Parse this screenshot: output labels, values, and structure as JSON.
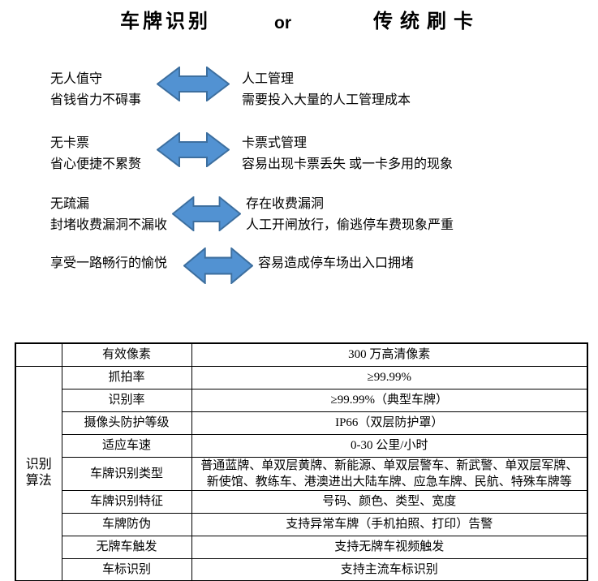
{
  "colors": {
    "page_bg": "#FFFFFF",
    "text": "#000000",
    "table_border": "#000000",
    "arrow_fill": "#5292D2",
    "arrow_stroke": "#3D6F9F"
  },
  "title": {
    "left": "车牌识别",
    "middle": "or",
    "right": "传统刷卡"
  },
  "comparison": {
    "rows": [
      {
        "left_title": "无人值守",
        "left_desc": "省钱省力不碍事",
        "right_title": "人工管理",
        "right_desc": "需要投入大量的人工管理成本"
      },
      {
        "left_title": "无卡票",
        "left_desc": "省心便捷不累赘",
        "right_title": "卡票式管理",
        "right_desc": "容易出现卡票丢失 或一卡多用的现象"
      },
      {
        "left_title": "无疏漏",
        "left_desc": "封堵收费漏洞不漏收",
        "right_title": "存在收费漏洞",
        "right_desc": "人工开闸放行，偷逃停车费现象严重"
      },
      {
        "left_title": "享受一路畅行的愉悦",
        "left_desc": "",
        "right_title": "容易造成停车场出入口拥堵",
        "right_desc": ""
      }
    ]
  },
  "table": {
    "group_label": "识别\n算法",
    "rows": [
      {
        "label": "有效像素",
        "value": "300 万高清像素"
      },
      {
        "label": "抓拍率",
        "value": "≥99.99%"
      },
      {
        "label": "识别率",
        "value": "≥99.99%（典型车牌）"
      },
      {
        "label": "摄像头防护等级",
        "value": "IP66（双层防护罩）"
      },
      {
        "label": "适应车速",
        "value": "0-30 公里/小时"
      },
      {
        "label": "车牌识别类型",
        "value": "普通蓝牌、单双层黄牌、新能源、单双层警车、新武警、单双层军牌、新使馆、教练车、港澳进出大陆车牌、应急车牌、民航、特殊车牌等"
      },
      {
        "label": "车牌识别特征",
        "value": "号码、颜色、类型、宽度"
      },
      {
        "label": "车牌防伪",
        "value": "支持异常车牌（手机拍照、打印）告警"
      },
      {
        "label": "无牌车触发",
        "value": "支持无牌车视频触发"
      },
      {
        "label": "车标识别",
        "value": "支持主流车标识别"
      }
    ]
  }
}
